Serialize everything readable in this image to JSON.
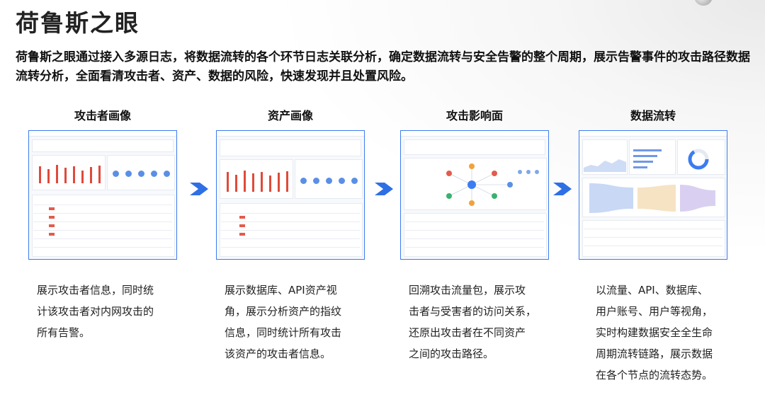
{
  "page": {
    "title": "荷鲁斯之眼",
    "description": "荷鲁斯之眼通过接入多源日志，将数据流转的各个环节日志关联分析，确定数据流转与安全告警的整个周期，展示告警事件的攻击路径数据流转分析，全面看清攻击者、资产、数据的风险，快速发现并且处置风险。"
  },
  "panels": [
    {
      "title": "攻击者画像",
      "lines": [
        "展示攻击者信息，同时统",
        "计该攻击者对内网攻击的",
        "所有告警。"
      ]
    },
    {
      "title": "资产画像",
      "lines": [
        "展示数据库、API资产视",
        "角，展示分析资产的指纹",
        "信息，同时统计所有攻击",
        "该资产的攻击者信息。"
      ]
    },
    {
      "title": "攻击影响面",
      "lines": [
        "回溯攻击流量包，展示攻",
        "击者与受害者的访问关系，",
        "还原出攻击者在不同资产",
        "之间的攻击路径。"
      ]
    },
    {
      "title": "数据流转",
      "lines": [
        "以流量、API、数据库、",
        "用户账号、用户等视角，",
        "实时构建数据安全全生命",
        "周期流转链路，展示数据",
        "在各个节点的流转态势。"
      ]
    }
  ],
  "colors": {
    "accent": "#3d7cf0",
    "arrow": "#2f6fe6",
    "alert_red": "#e04a3a"
  },
  "icons": [
    "chevron-right-icon"
  ]
}
